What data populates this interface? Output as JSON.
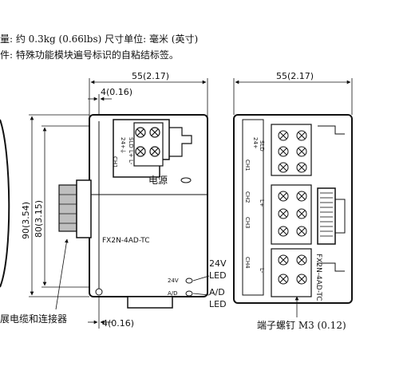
{
  "notes": {
    "weight": "量: 约 0.3kg (0.66lbs) 尺寸单位: 毫米 (英寸)",
    "label": "件: 特殊功能模块遍号标识的自粘结标签。"
  },
  "dimensions": {
    "width_left": "55(2.17)",
    "width_right": "55(2.17)",
    "top_offset": "4(0.16)",
    "bottom_offset": "4(0.16)",
    "height_outer": "90(3.54)",
    "height_inner": "80(3.15)"
  },
  "labels": {
    "power": "电源",
    "model_front": "FX2N-4AD-TC",
    "model_side": "FX2N-4AD-TC",
    "led_24v_small": "24V",
    "led_ad_small": "A/D",
    "led_24v_callout_1": "24V",
    "led_24v_callout_2": "LED",
    "led_ad_callout_1": "A/D",
    "led_ad_callout_2": "LED",
    "ext_cable": "展电缆和连接器",
    "terminal_screw": "端子螺钉 M3 (0.12)"
  },
  "terminals": {
    "left_col_a": "24+",
    "left_col_b": "⏚",
    "sld": "SLD",
    "lp": "L+",
    "lm": "L-",
    "ch1": "CH1",
    "ch2": "CH2",
    "ch3": "CH3",
    "ch4": "CH4"
  }
}
